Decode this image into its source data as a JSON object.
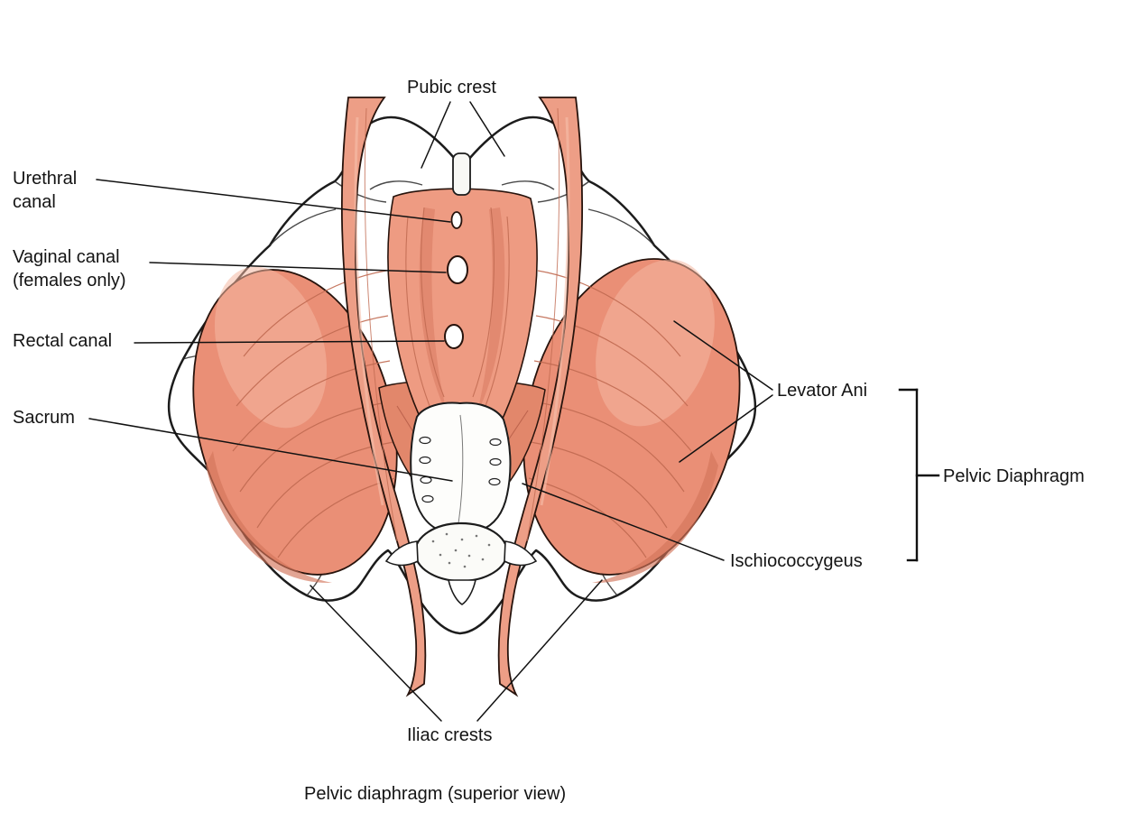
{
  "figure": {
    "caption": "Pelvic diaphragm (superior view)",
    "colors": {
      "muscle": "#EA8F76",
      "muscle_light": "#F4B8A2",
      "muscle_dark": "#D3745B",
      "fiber_line": "#C06A51",
      "bone": "#FFFFFF",
      "outline": "#1c1c1c"
    },
    "labels": {
      "pubic_crest": "Pubic crest",
      "urethral_canal": [
        "Urethral",
        "canal"
      ],
      "vaginal_canal": [
        "Vaginal canal",
        "(females only)"
      ],
      "rectal_canal": "Rectal canal",
      "sacrum": "Sacrum",
      "levator_ani": "Levator Ani",
      "pelvic_diaphragm": "Pelvic Diaphragm",
      "ischiococcygeus": "Ischiococcygeus",
      "iliac_crests": "Iliac crests"
    }
  }
}
